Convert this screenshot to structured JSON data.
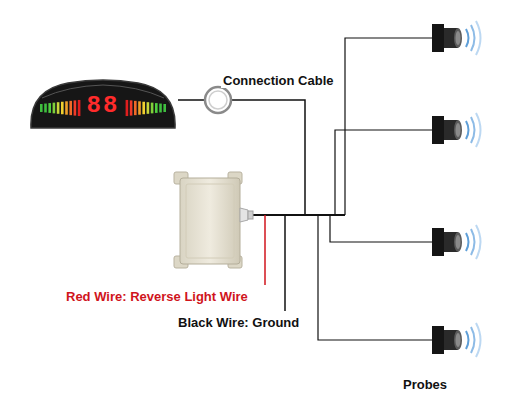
{
  "diagram": {
    "nodes": [
      {
        "text": [
          "88"
        ]
      }
    ],
    "labels": [
      "Connection Cable",
      "Red Wire: Reverse Light Wire",
      "Black Wire: Ground",
      "Probes"
    ]
  }
}
